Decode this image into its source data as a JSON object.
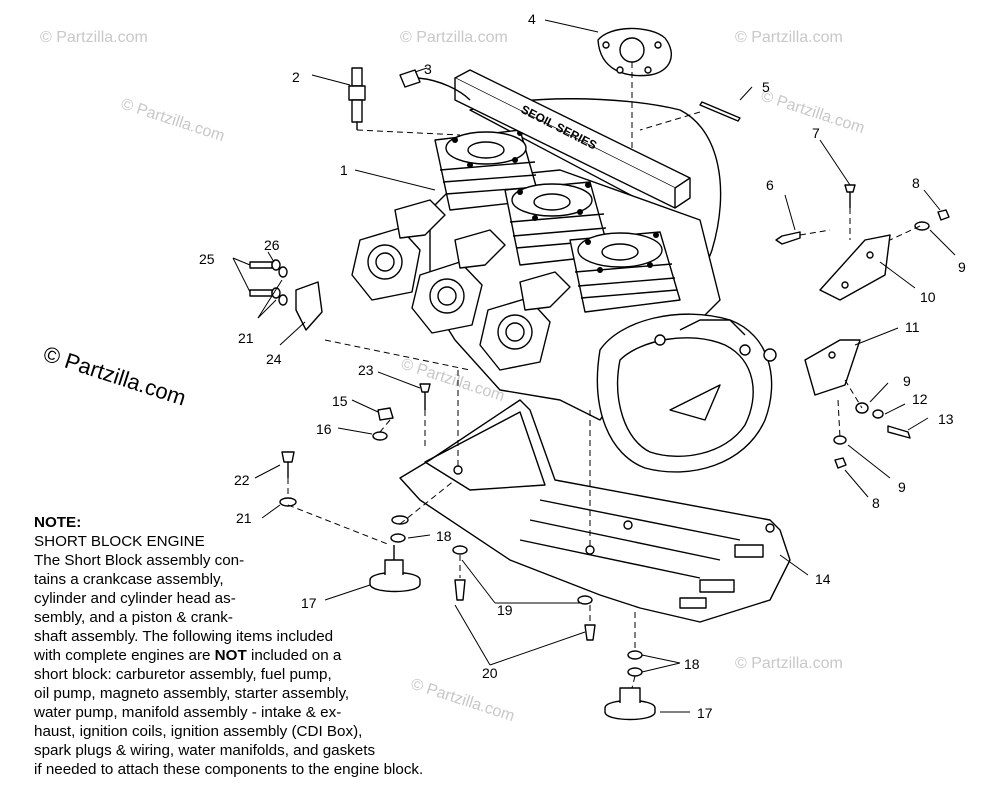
{
  "watermarks": {
    "small": "© Partzilla.com",
    "large": "© Partzilla.com"
  },
  "callouts": {
    "c1": "1",
    "c2": "2",
    "c3": "3",
    "c4": "4",
    "c5": "5",
    "c6": "6",
    "c7": "7",
    "c8a": "8",
    "c8b": "8",
    "c9a": "9",
    "c9b": "9",
    "c9c": "9",
    "c10": "10",
    "c11": "11",
    "c12": "12",
    "c13": "13",
    "c14": "14",
    "c15": "15",
    "c16": "16",
    "c17a": "17",
    "c17b": "17",
    "c18a": "18",
    "c18b": "18",
    "c19": "19",
    "c20": "20",
    "c21a": "21",
    "c21b": "21",
    "c22": "22",
    "c23": "23",
    "c24": "24",
    "c25": "25",
    "c26": "26"
  },
  "note": {
    "title": "NOTE:",
    "heading": "SHORT BLOCK ENGINE",
    "line1": "The Short Block assembly con-",
    "line2": "tains a crankcase assembly,",
    "line3": "cylinder and cylinder head as-",
    "line4": "sembly, and a piston & crank-",
    "line5": "shaft assembly.  The following items included",
    "line6_pre": "with complete engines are ",
    "line6_bold": "NOT",
    "line6_post": " included on a",
    "line7": "short block:  carburetor assembly, fuel pump,",
    "line8": "oil pump, magneto assembly, starter assembly,",
    "line9": "water pump, manifold assembly - intake & ex-",
    "line10": "haust, ignition coils, ignition assembly (CDI Box),",
    "line11": "spark plugs & wiring, water manifolds, and gaskets",
    "line12": "if needed to attach these components to the engine block."
  }
}
